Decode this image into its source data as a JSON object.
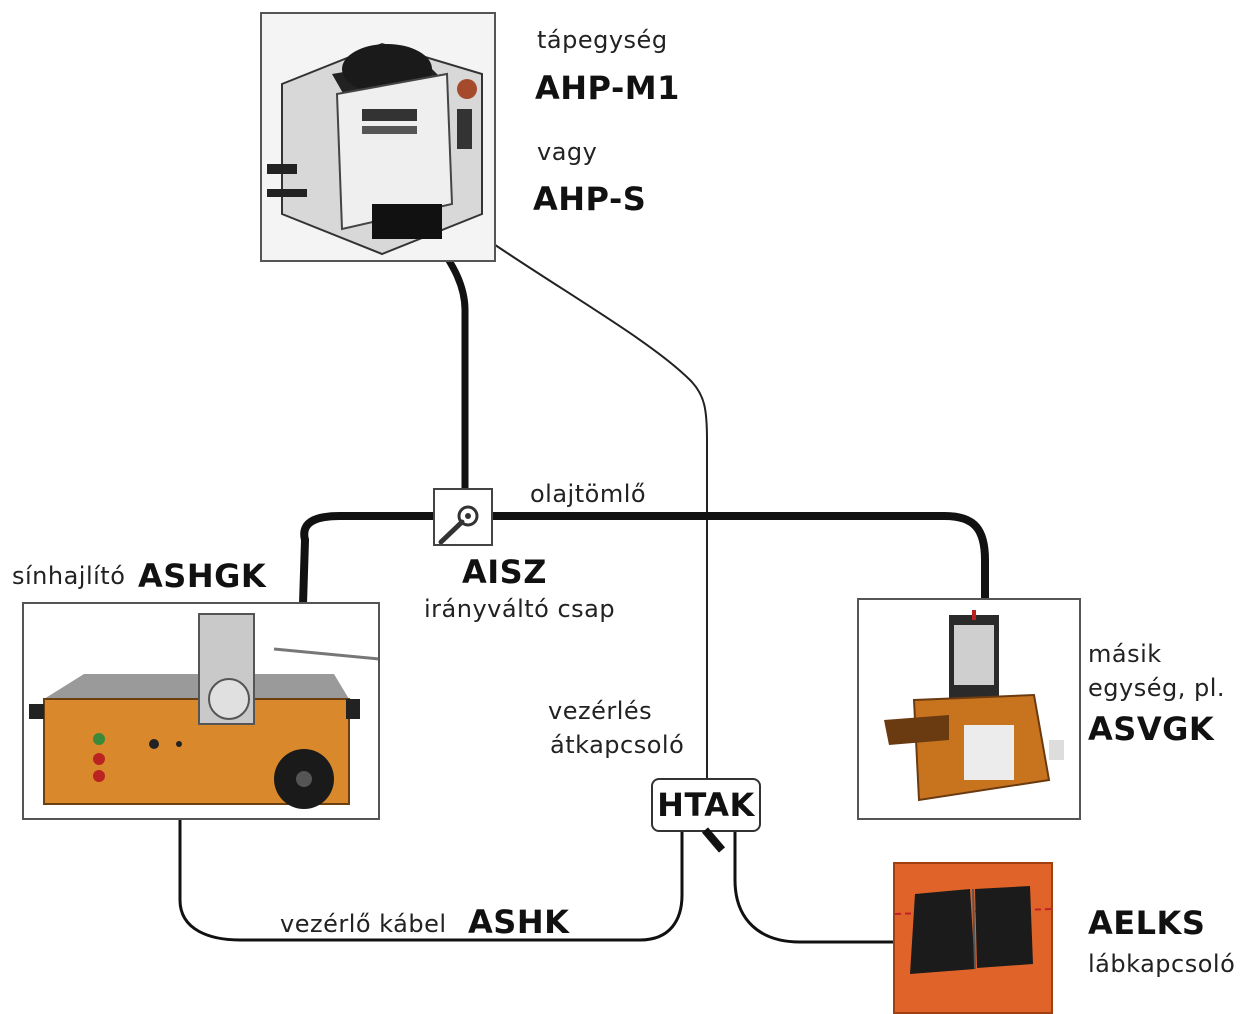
{
  "power_unit": {
    "caption": "tápegység",
    "model_1": "AHP-M1",
    "or": "vagy",
    "model_2": "AHP-S"
  },
  "oil_hose": {
    "label": "olajtömlő"
  },
  "valve": {
    "code": "AISZ",
    "description": "irányváltó csap"
  },
  "rail_bender": {
    "caption": "sínhajlító",
    "code": "ASHGK"
  },
  "other_unit": {
    "line1": "másik",
    "line2": "egység, pl.",
    "code": "ASVGK"
  },
  "control_switch": {
    "line1": "vezérlés",
    "line2": "átkapcsoló",
    "code": "HTAK"
  },
  "control_cable": {
    "caption": "vezérlő kábel",
    "code": "ASHK"
  },
  "foot_switch": {
    "code": "AELKS",
    "caption": "lábkapcsoló"
  },
  "colors": {
    "hose": "#111111",
    "machine_orange": "#d9882b",
    "foot_switch_bg": "#e0642a"
  }
}
